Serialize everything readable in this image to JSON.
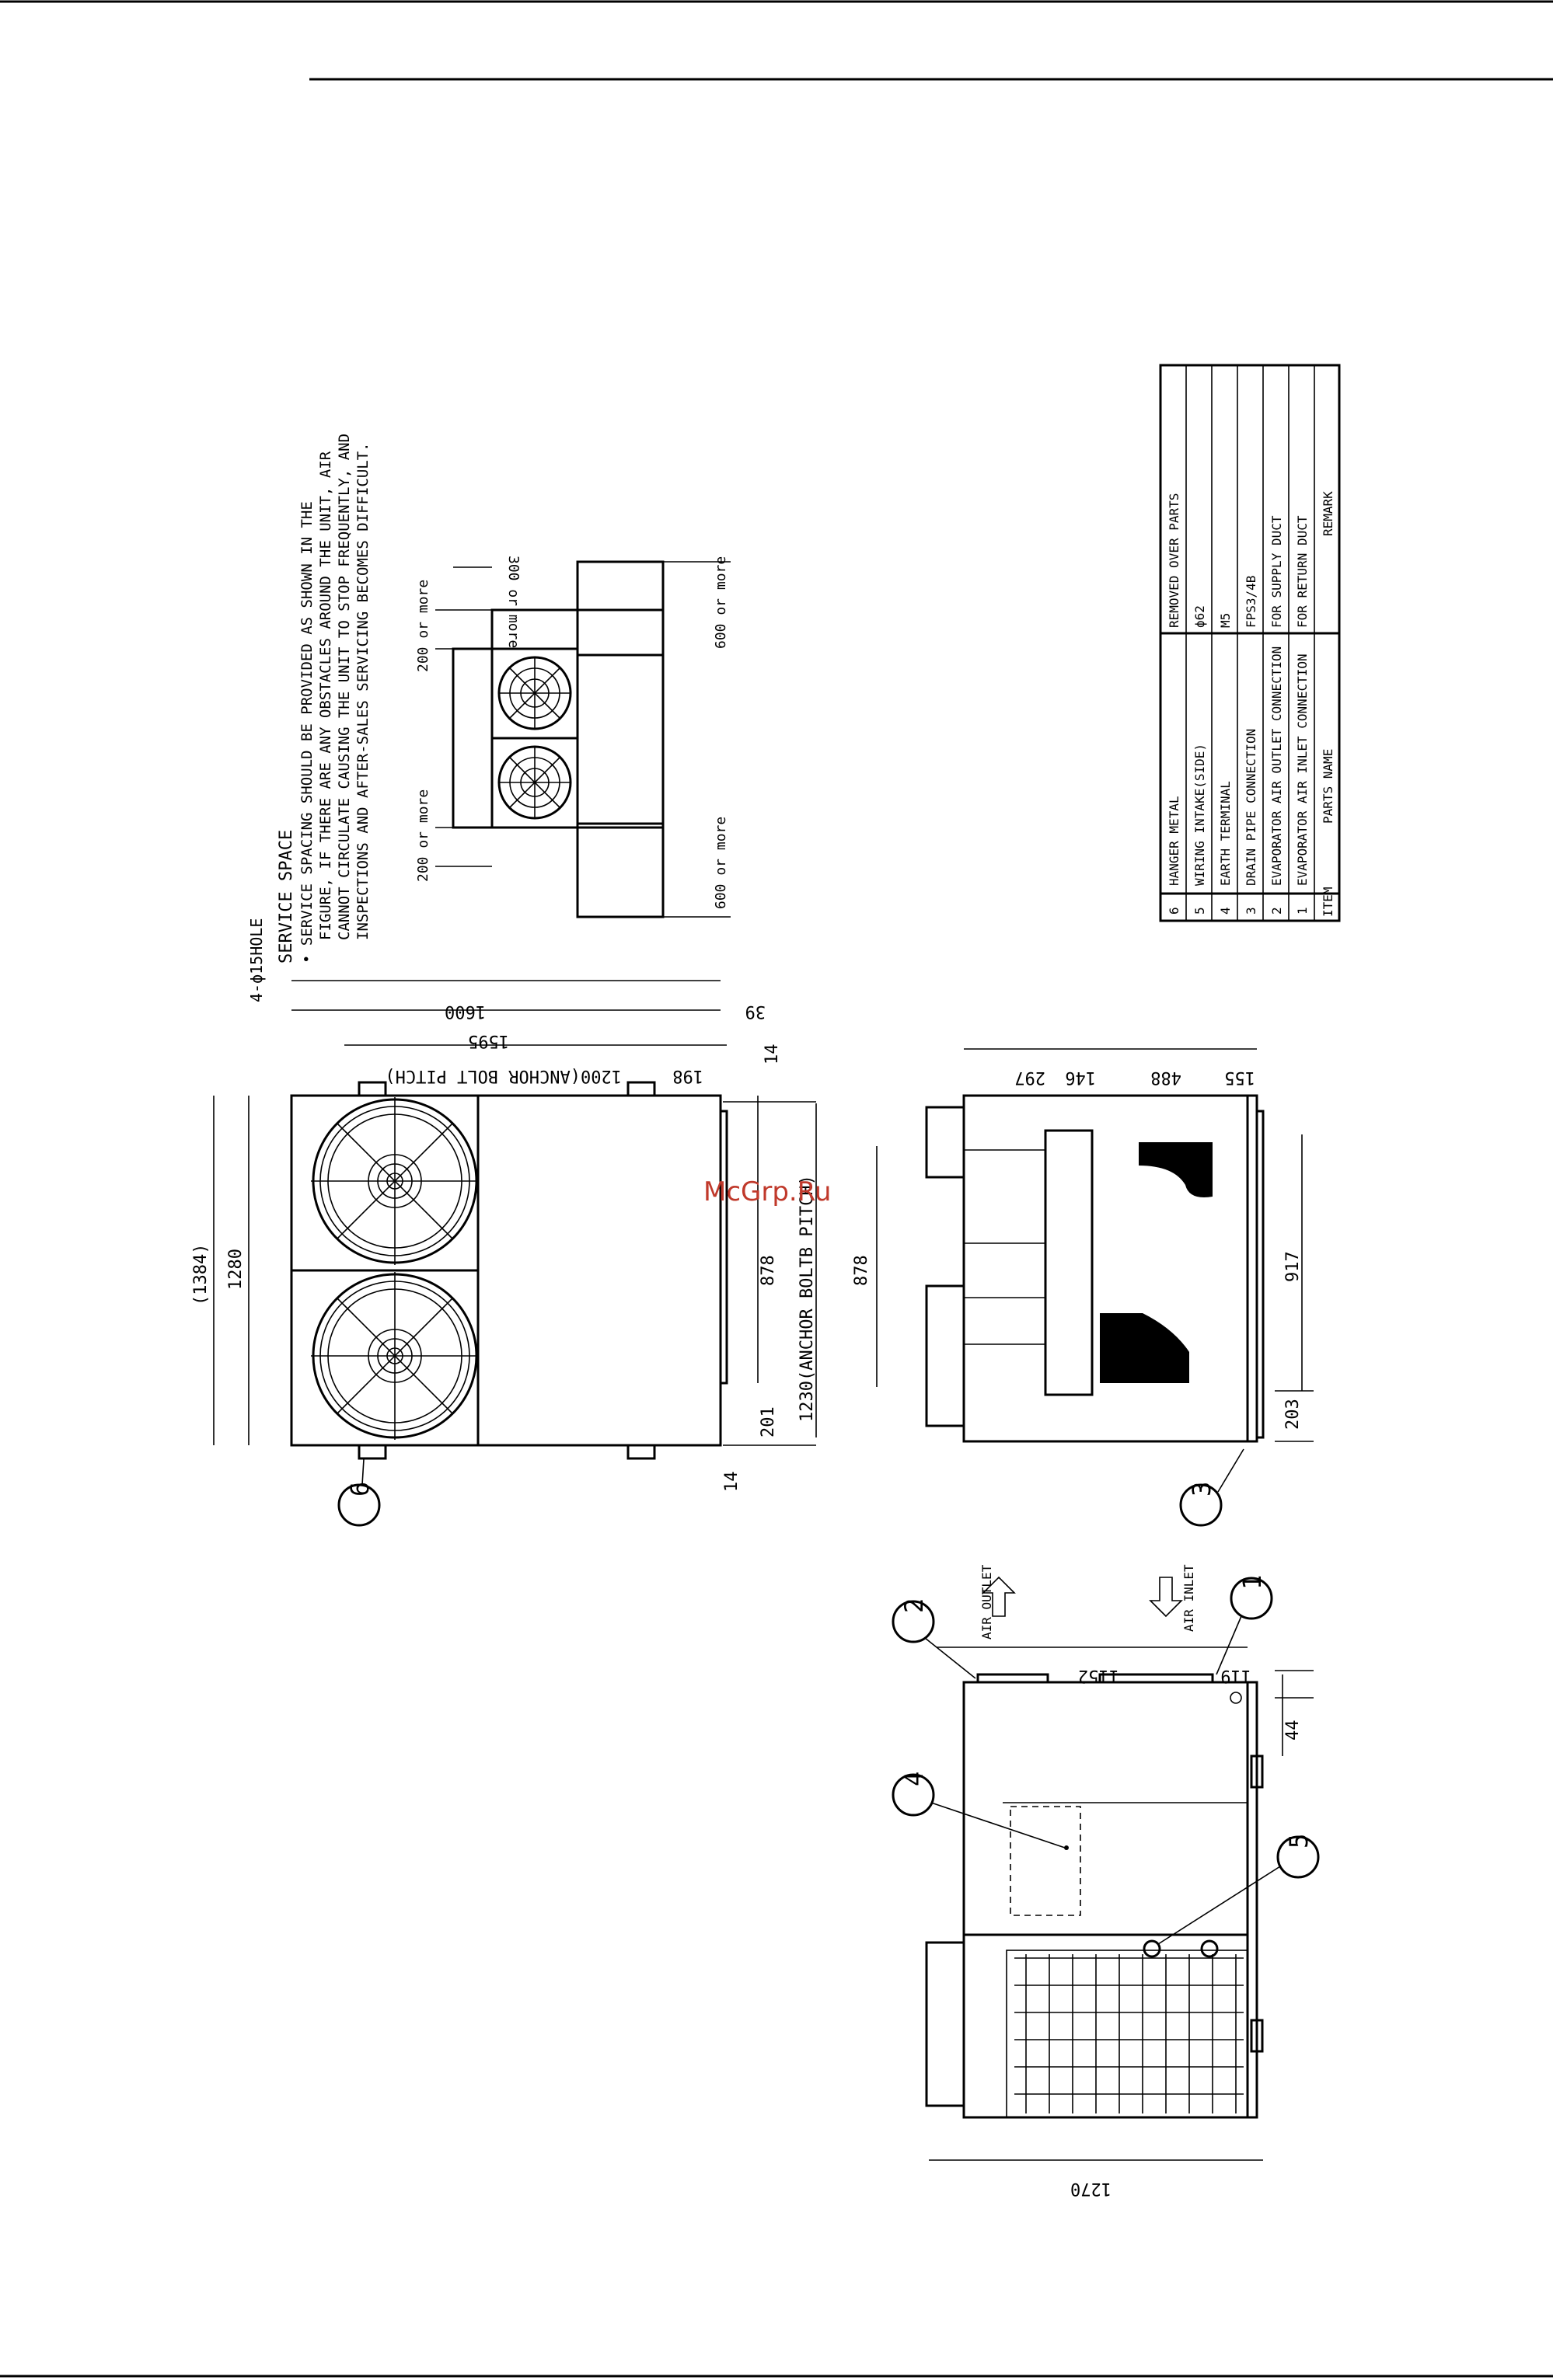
{
  "watermark": "McGrp.Ru",
  "service_space": {
    "title": "SERVICE SPACE",
    "note_lines": [
      "• SERVICE SPACING SHOULD BE PROVIDED AS SHOWN IN THE",
      "FIGURE, IF THERE ARE ANY OBSTACLES AROUND THE UNIT, AIR",
      "CANNOT CIRCULATE CAUSING THE UNIT TO STOP FREQUENTLY, AND",
      "INSPECTIONS AND AFTER-SALES SERVICING BECOMES DIFFICULT."
    ],
    "dims": {
      "top_left": "200 or more",
      "top_right": "200 or more",
      "right_gap": "300 or more",
      "bottom_left": "600 or more",
      "bottom_right": "600 or more"
    }
  },
  "parts_table": {
    "headers": [
      "ITEM",
      "PARTS NAME",
      "REMARK"
    ],
    "rows": [
      [
        "6",
        "HANGER METAL",
        "REMOVED OVER PARTS"
      ],
      [
        "5",
        "WIRING INTAKE(SIDE)",
        "ϕ62"
      ],
      [
        "4",
        "EARTH TERMINAL",
        "M5"
      ],
      [
        "3",
        "DRAIN PIPE CONNECTION",
        "FPS3/4B"
      ],
      [
        "2",
        "EVAPORATOR AIR OUTLET CONNECTION",
        "FOR SUPPLY DUCT"
      ],
      [
        "1",
        "EVAPORATOR AIR INLET CONNECTION",
        "FOR RETURN DUCT"
      ]
    ]
  },
  "top_view": {
    "hole_note": "4-ϕ15HOLE",
    "dims": {
      "overall_width": "1600",
      "width_1595": "1595",
      "anchor_pitch": "1200(ANCHOR BOLT PITCH)",
      "d198": "198",
      "d39": "39",
      "d14_top": "14",
      "d14_bottom": "14",
      "height_1384": "(1384)",
      "height_1280": "1280",
      "d878": "878",
      "d201": "201",
      "anchor_pitch_vertical": "1230(ANCHOR BOLTB PITCH)"
    },
    "callout": "6"
  },
  "side_view": {
    "dims": {
      "d297": "297",
      "d146": "146",
      "d488": "488",
      "d155": "155",
      "d878": "878",
      "d917": "917",
      "d203": "203"
    },
    "callout": "3"
  },
  "front_view": {
    "air_outlet": "AIR OUTLET",
    "air_inlet": "AIR INLET",
    "dims": {
      "d1152": "1152",
      "d119": "119",
      "d44": "44",
      "d1270": "1270"
    },
    "callouts": [
      "1",
      "2",
      "4",
      "5"
    ]
  }
}
